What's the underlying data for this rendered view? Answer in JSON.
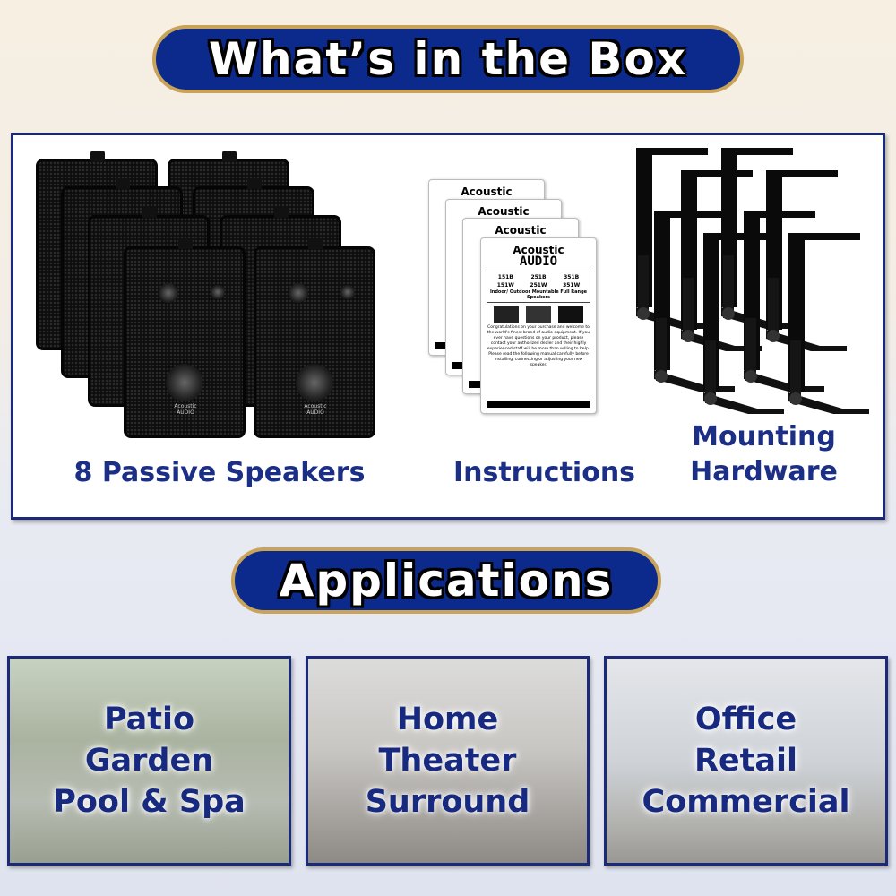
{
  "headings": {
    "box": "What’s in the Box",
    "applications": "Applications"
  },
  "box_items": {
    "speakers": {
      "label": "8 Passive Speakers",
      "count": 8,
      "brand_logo": "Acoustic AUDIO"
    },
    "instructions": {
      "label": "Instructions",
      "card": {
        "brand_line1": "Acoustic",
        "brand_line2": "AUDIO",
        "models": [
          "151B",
          "251B",
          "351B",
          "151W",
          "251W",
          "351W"
        ],
        "subtitle": "Indoor/ Outdoor Mountable Full Range Speakers",
        "body": "Congratulations on your purchase and welcome to the world's finest brand of audio equipment. If you ever have questions on your product, please contact your authorized dealer and their highly experienced staff will be more than willing to help. Please read the following manual carefully before installing, connecting or adjusting your new speaker."
      }
    },
    "hardware": {
      "label_line1": "Mounting",
      "label_line2": "Hardware"
    }
  },
  "applications": [
    {
      "lines": [
        "Patio",
        "Garden",
        "Pool & Spa"
      ]
    },
    {
      "lines": [
        "Home",
        "Theater",
        "Surround"
      ]
    },
    {
      "lines": [
        "Office",
        "Retail",
        "Commercial"
      ]
    }
  ],
  "colors": {
    "navy": "#0b2a8c",
    "label_navy": "#1c2f86",
    "gold_border": "#c9a35a"
  }
}
